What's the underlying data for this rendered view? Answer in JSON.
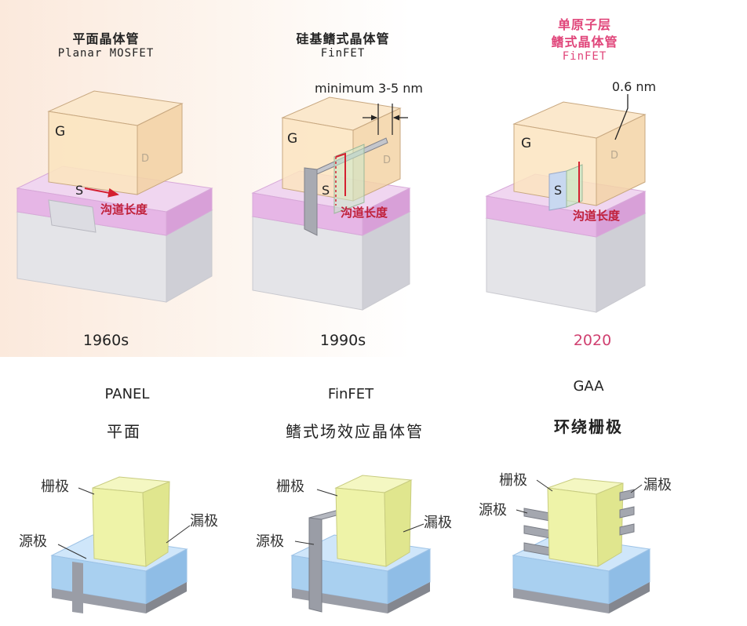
{
  "top": {
    "panels": [
      {
        "title_cn": "平面晶体管",
        "title_en": "Planar MOSFET",
        "year": "1960s",
        "gate": "G",
        "source": "S",
        "drain": "D",
        "channel": "沟道长度"
      },
      {
        "title_cn": "硅基鳍式晶体管",
        "title_en": "FinFET",
        "year": "1990s",
        "gate": "G",
        "source": "S",
        "drain": "D",
        "channel": "沟道长度",
        "dimension": "minimum 3-5 nm"
      },
      {
        "title_cn_1": "单原子层",
        "title_cn_2": "鳍式晶体管",
        "title_en": "FinFET",
        "year": "2020",
        "gate": "G",
        "source": "S",
        "drain": "D",
        "channel": "沟道长度",
        "dimension": "0.6 nm"
      }
    ]
  },
  "bottom": {
    "panels": [
      {
        "title": "PANEL",
        "subtitle": "平面",
        "gate": "栅极",
        "source": "源极",
        "drain": "漏极"
      },
      {
        "title": "FinFET",
        "subtitle": "鳍式场效应晶体管",
        "gate": "栅极",
        "source": "源极",
        "drain": "漏极"
      },
      {
        "title": "GAA",
        "subtitle": "环绕栅极",
        "gate": "栅极",
        "source": "源极",
        "drain": "漏极"
      }
    ]
  },
  "colors": {
    "gate_top": "#fbe4c0",
    "oxide": "#e8b8e4",
    "substrate": "#e6e6ea",
    "channel_text": "#c0203a",
    "pink_title": "#e0457a",
    "gate_bottom": "#eef3a8",
    "substrate_bottom": "#a9d0f0",
    "contact": "#9a9da6"
  }
}
